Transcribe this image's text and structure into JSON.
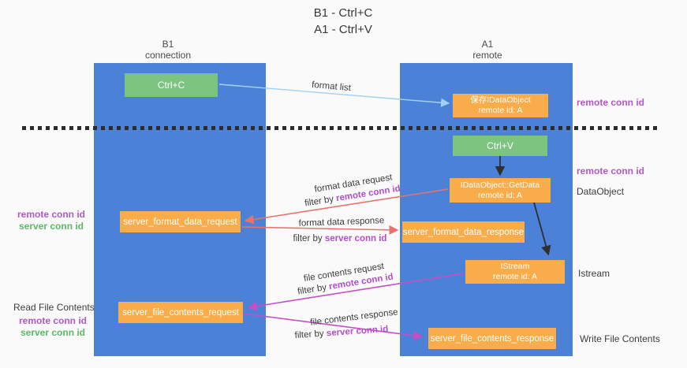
{
  "title": {
    "line1": "B1 - Ctrl+C",
    "line2": "A1 - Ctrl+V"
  },
  "lanes": {
    "left": {
      "name_line1": "B1",
      "name_line2": "connection"
    },
    "right": {
      "name_line1": "A1",
      "name_line2": "remote"
    }
  },
  "boxes": {
    "ctrl_c": {
      "label": "Ctrl+C"
    },
    "ctrl_v": {
      "label": "Ctrl+V"
    },
    "save_idataobject": {
      "line1": "保存IDataObject",
      "line2": "remote id: A"
    },
    "idataobject_getdata": {
      "line1": "IDataObject::GetData",
      "line2": "remote id: A"
    },
    "istream": {
      "line1": "IStream",
      "line2": "remote id: A"
    },
    "server_format_data_request": {
      "label": "server_format_data_request"
    },
    "server_format_data_response": {
      "label": "server_format_data_response"
    },
    "server_file_contents_request": {
      "label": "server_file_contents_request"
    },
    "server_file_contents_response": {
      "label": "server_file_contents_response"
    }
  },
  "arrow_labels": {
    "format_list": "format list",
    "format_data_request": "format data request",
    "format_data_response": "format data response",
    "file_contents_request": "file contents request",
    "file_contents_response": "file contents response",
    "filter_by": "filter by",
    "remote_conn_id": "remote conn id",
    "server_conn_id": "server conn id"
  },
  "side_labels": {
    "remote_conn_id_top_right": "remote conn id",
    "remote_conn_id_mid_right": "remote conn id",
    "dataobject": "DataObject",
    "istream": "Istream",
    "write_file_contents": "Write File Contents",
    "read_file_contents": "Read File Contents",
    "remote_conn_id_left_1": "remote conn id",
    "server_conn_id_left_1": "server conn id",
    "remote_conn_id_left_2": "remote conn id",
    "server_conn_id_left_2": "server conn id"
  },
  "colors": {
    "background": "#fafafa",
    "lane_blue": "#4c81d8",
    "box_orange": "#f9ad4a",
    "box_green": "#7dc480",
    "arrow_red": "#e8736e",
    "arrow_magenta": "#c44fc6",
    "arrow_lightblue": "#a4d1f1",
    "arrow_black": "#2f2f2f",
    "text_purple": "#b159c5",
    "text_green": "#5cb866",
    "text_dark": "#3d3d3d"
  }
}
